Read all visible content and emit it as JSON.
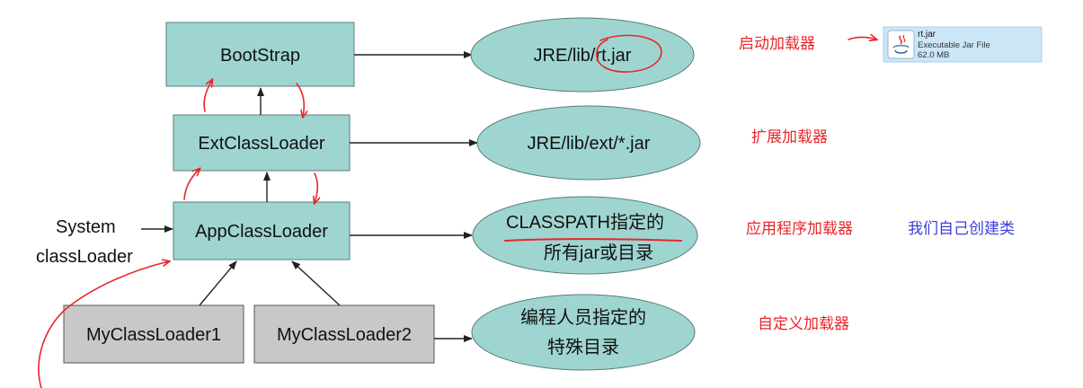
{
  "colors": {
    "box_teal": "#9fd5d1",
    "box_gray": "#c8c8c8",
    "oval_teal": "#9fd5d1",
    "arrow": "#222222",
    "annotation_red": "#e8262b",
    "label_blue": "#3b3fd8",
    "file_panel": "#cbe6f7"
  },
  "nodes": {
    "bootstrap": "BootStrap",
    "ext": "ExtClassLoader",
    "app": "AppClassLoader",
    "my1": "MyClassLoader1",
    "my2": "MyClassLoader2"
  },
  "side_label": {
    "line1": "System",
    "line2": "classLoader"
  },
  "ovals": {
    "rt_prefix": "JRE/lib/",
    "rt_jar": "rt.jar",
    "ext_path": "JRE/lib/ext/*.jar",
    "classpath_line1": "CLASSPATH指定的",
    "classpath_line2": "所有jar或目录",
    "custom_line1": "编程人员指定的",
    "custom_line2": "特殊目录"
  },
  "annotations": {
    "bootstrap_label": "启动加载器",
    "ext_label": "扩展加载器",
    "app_label": "应用程序加载器",
    "app_note": "我们自己创建类",
    "custom_label": "自定义加载器"
  },
  "file_info": {
    "icon": "java-jar-icon",
    "name": "rt.jar",
    "type": "Executable Jar File",
    "size": "62.0 MB"
  }
}
